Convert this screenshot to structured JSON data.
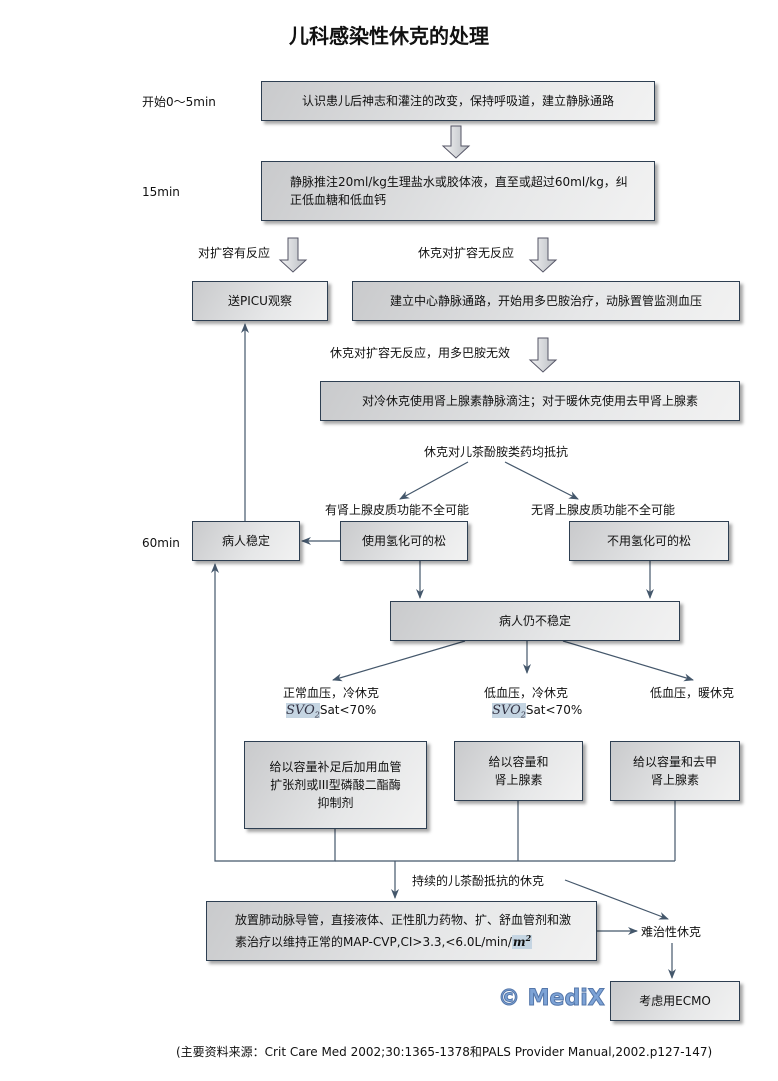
{
  "title": "儿科感染性休克的处理",
  "time_labels": {
    "t0": "开始0～5min",
    "t15": "15min",
    "t60": "60min"
  },
  "boxes": {
    "recognize": "认识患儿后神志和灌注的改变，保持呼吸道，建立静脉通路",
    "fluid": "静脉推注20ml/kg生理盐水或胶体液，直至或超过60ml/kg，纠正低血糖和低血钙",
    "picu": "送PICU观察",
    "central_line": "建立中心静脉通路，开始用多巴胺治疗，动脉置管监测血压",
    "epinephrine": "对冷休克使用肾上腺素静脉滴注；对于暖休克使用去甲肾上腺素",
    "stable": "病人稳定",
    "hydrocortisone": "使用氢化可的松",
    "no_hydrocortisone": "不用氢化可的松",
    "unstable": "病人仍不稳定",
    "vasodilator": "给以容量补足后加用血管扩张剂或III型磷酸二酯酶抑制剂",
    "volume_epi": "给以容量和肾上腺素",
    "volume_norepi": "给以容量和去甲肾上腺素",
    "pa_catheter": "放置肺动脉导管，直接液体、正性肌力药物、扩、舒血管剂和激素治疗以维持正常的MAP-CVP,CI>3.3,<6.0L/min/",
    "pa_unit": "m",
    "pa_unit_exp": "2",
    "ecmo": "考虑用ECMO"
  },
  "edge_labels": {
    "responsive": "对扩容有反应",
    "unresponsive": "休克对扩容无反应",
    "dopamine_fail": "休克对扩容无反应，用多巴胺无效",
    "catechol_resistant": "休克对儿茶酚胺类药均抵抗",
    "adrenal_possible": "有肾上腺皮质功能不全可能",
    "adrenal_not": "无肾上腺皮质功能不全可能",
    "normal_bp_cold": "正常血压，冷休克",
    "low_bp_cold": "低血压，冷休克",
    "low_bp_warm": "低血压，暖休克",
    "svo": "SVO",
    "svo_sub": "2",
    "sat": "Sat<70%",
    "persistent": "持续的儿茶酚抵抗的休克",
    "refractory": "难治性休克"
  },
  "watermark": "© MediX",
  "source": "(主要资料来源：Crit Care Med 2002;30:1365-1378和PALS Provider Manual,2002.p127-147)",
  "colors": {
    "line": "#44576b",
    "box_border": "#2e3f52"
  }
}
